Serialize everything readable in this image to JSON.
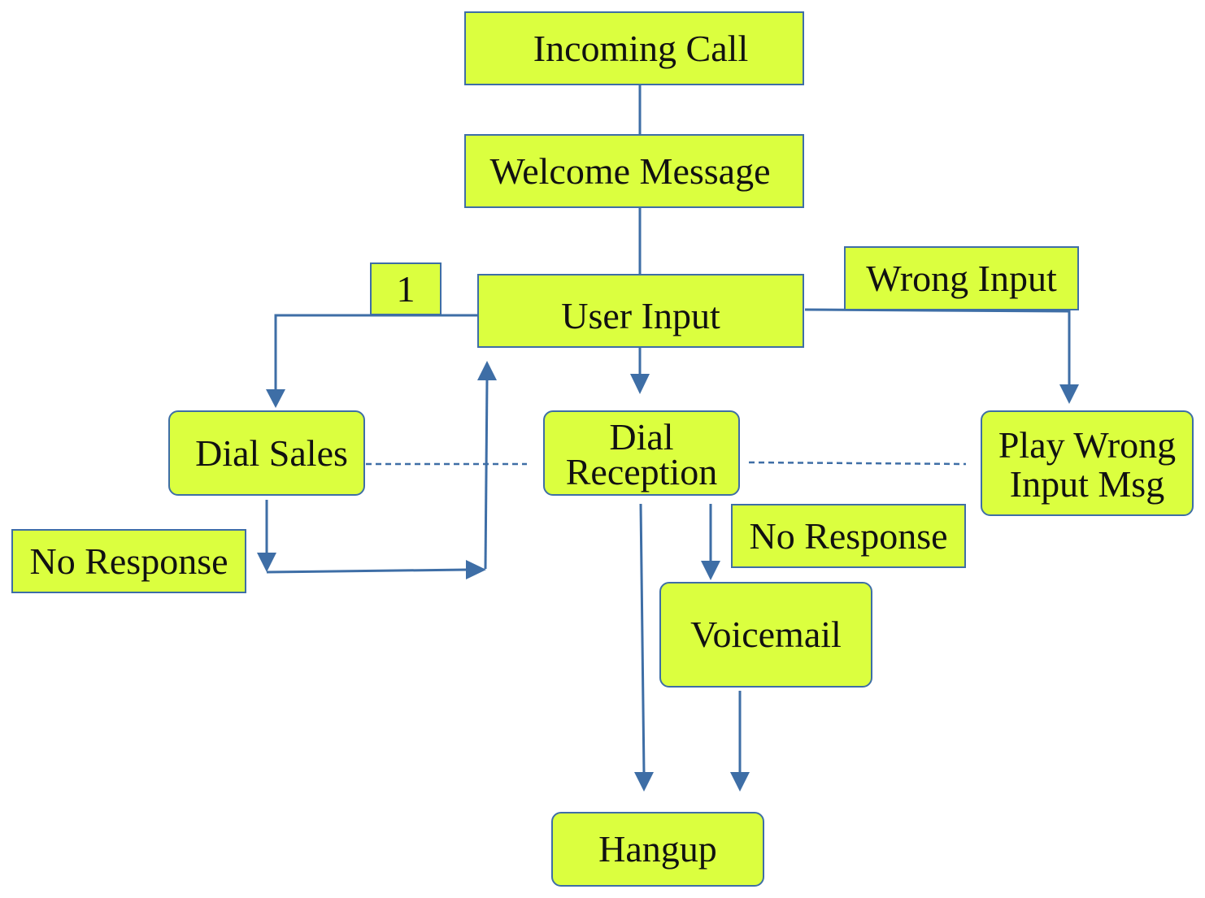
{
  "nodes": {
    "incoming_call": "Incoming Call",
    "welcome_message": "Welcome Message",
    "user_input": "User Input",
    "dial_sales": "Dial Sales",
    "dial_reception_line1": "Dial",
    "dial_reception_line2": "Reception",
    "play_wrong_line1": "Play Wrong",
    "play_wrong_line2": "Input Msg",
    "voicemail": "Voicemail",
    "hangup": "Hangup"
  },
  "edge_labels": {
    "option_1": "1",
    "wrong_input": "Wrong Input",
    "no_response_sales": "No Response",
    "no_response_reception": "No Response"
  },
  "colors": {
    "node_fill": "#dbff3f",
    "line": "#3e6ea6",
    "text": "#111111"
  }
}
